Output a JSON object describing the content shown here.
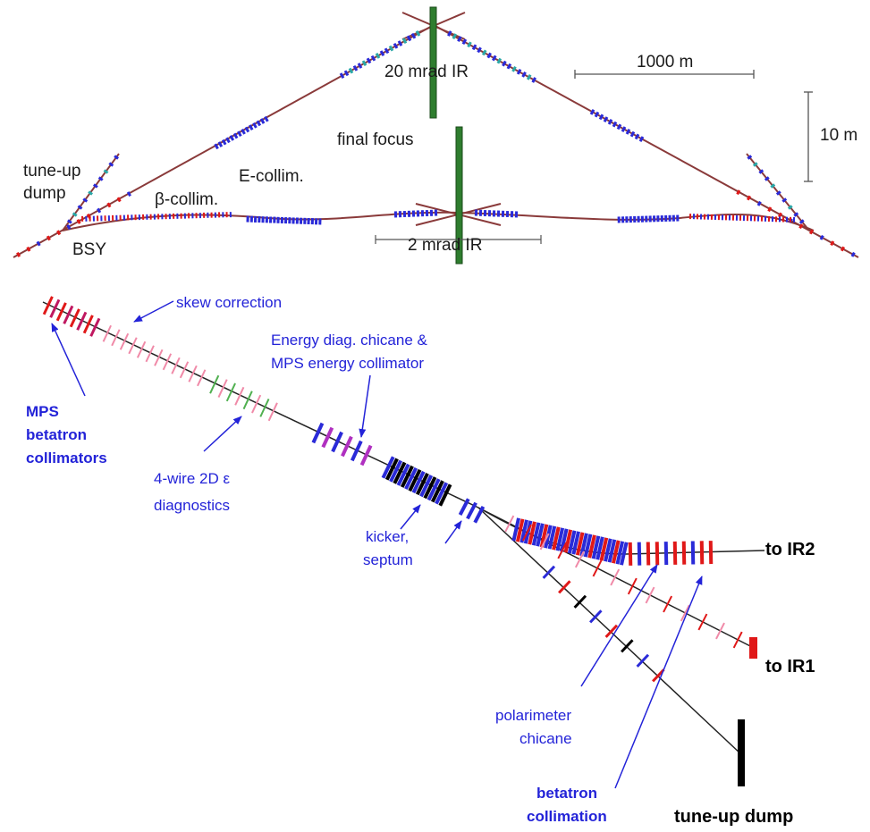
{
  "colors": {
    "beamline": "#8a3a3a",
    "quad": "#2a2ad8",
    "bend": "#e01818",
    "sextupole": "#2aa8a8",
    "corrector_pink": "#f08aa8",
    "diagnostic_green": "#50b050",
    "ir_post": "#2e7d2e",
    "annotation": "#2323d8",
    "dump": "#000000"
  },
  "top_diagram": {
    "labels": {
      "ir20": "20 mrad IR",
      "ir2": "2 mrad IR",
      "final_focus": "final focus",
      "e_collim": "E-collim.",
      "beta_collim": "β-collim.",
      "tune_up_dump": [
        "tune-up",
        "dump"
      ],
      "bsy": "BSY",
      "scale_horizontal": "1000 m",
      "scale_vertical": "10 m"
    }
  },
  "bottom_diagram": {
    "labels": {
      "skew_correction": "skew correction",
      "energy_diag": [
        "Energy diag. chicane &",
        "MPS energy collimator"
      ],
      "mps_betatron": [
        "MPS",
        "betatron",
        "collimators"
      ],
      "four_wire": [
        "4-wire 2D ε",
        "diagnostics"
      ],
      "kicker_septum": [
        "kicker,",
        "septum"
      ],
      "polarimeter": [
        "polarimeter",
        "chicane"
      ],
      "betatron_collimation": [
        "betatron",
        "collimation"
      ],
      "to_ir2": "to IR2",
      "to_ir1": "to IR1",
      "tune_up_dump": "tune-up dump"
    }
  }
}
